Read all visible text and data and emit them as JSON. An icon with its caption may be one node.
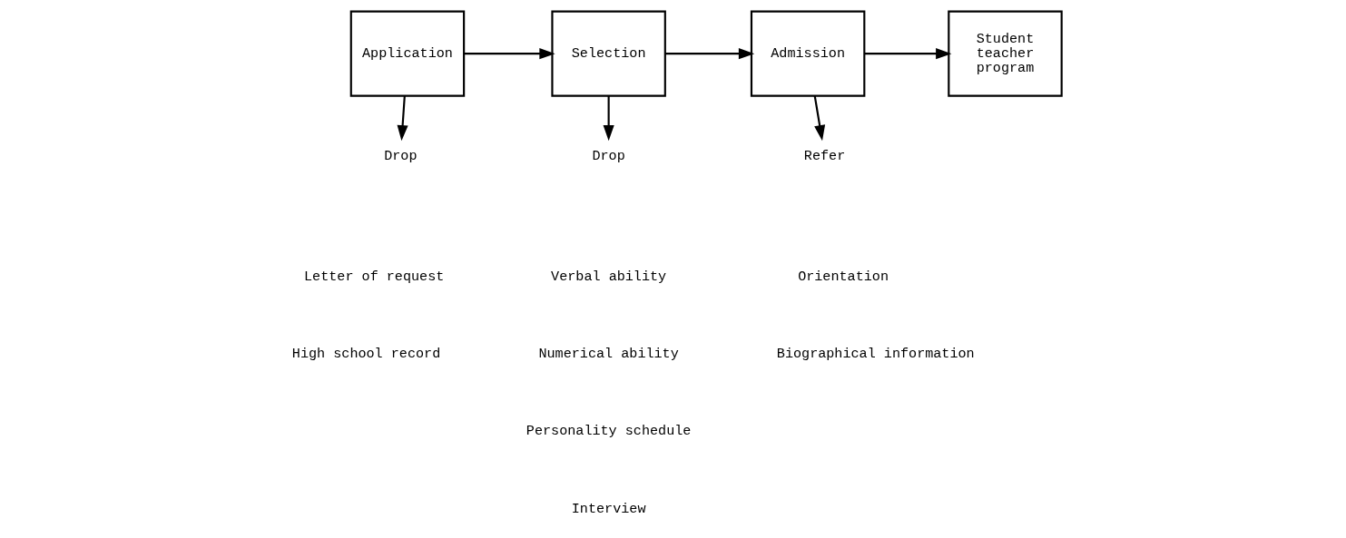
{
  "diagram": {
    "nodes": [
      {
        "text": [
          "Application"
        ]
      },
      {
        "text": [
          "Selection"
        ]
      },
      {
        "text": [
          "Admission"
        ]
      },
      {
        "text": [
          "Student teacher program"
        ]
      },
      {
        "text": [
          "Drop"
        ]
      },
      {
        "text": [
          "Drop"
        ]
      },
      {
        "text": [
          "Refer"
        ]
      }
    ],
    "edges": [
      {
        "from": 0,
        "to": 1,
        "arrow": "to"
      },
      {
        "from": 0,
        "to": 4,
        "arrow": "to"
      },
      {
        "from": 1,
        "to": 2,
        "arrow": "to"
      },
      {
        "from": 1,
        "to": 5,
        "arrow": "to"
      },
      {
        "from": 2,
        "to": 3,
        "arrow": "to"
      },
      {
        "from": 2,
        "to": 6,
        "arrow": "to"
      }
    ],
    "labels": [
      "Letter of request",
      "High school record",
      "Verbal ability",
      "Numerical ability",
      "Personality schedule",
      "Interview",
      "Orientation",
      "Biographical information"
    ]
  }
}
